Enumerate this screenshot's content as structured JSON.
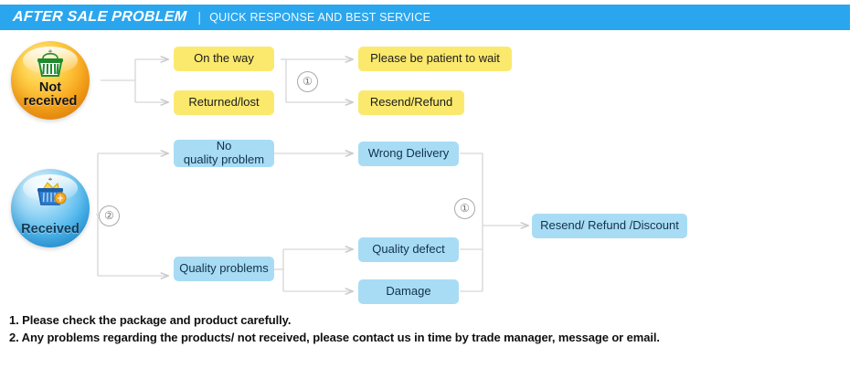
{
  "header": {
    "title": "AFTER SALE PROBLEM",
    "separator": "|",
    "subtitle": "QUICK RESPONSE AND BEST SERVICE",
    "bar_color": "#2aa6ef",
    "text_color": "#ffffff"
  },
  "flow": {
    "branches": [
      {
        "id": "not-received",
        "badge": {
          "label_line1": "Not",
          "label_line2": "received",
          "icon": "shopping-basket-icon",
          "color": "#f8a61c"
        },
        "stage1": [
          {
            "label": "On the way",
            "color": "#fbe96e"
          },
          {
            "label": "Returned/lost",
            "color": "#fbe96e"
          }
        ],
        "marker": "①",
        "stage2": [
          {
            "label": "Please be patient to wait",
            "color": "#fbe96e"
          },
          {
            "label": "Resend/Refund",
            "color": "#fbe96e"
          }
        ]
      },
      {
        "id": "received",
        "badge": {
          "label_line1": "Received",
          "label_line2": "",
          "icon": "shopping-basket-coin-icon",
          "color": "#4fb8ee"
        },
        "branch_marker": "②",
        "stage1": [
          {
            "label_line1": "No",
            "label_line2": "quality problem",
            "color": "#a8dcf5"
          },
          {
            "label_line1": "Quality problems",
            "label_line2": "",
            "color": "#a8dcf5"
          }
        ],
        "stage2": [
          {
            "label": "Wrong Delivery",
            "color": "#a8dcf5"
          },
          {
            "label": "Quality defect",
            "color": "#a8dcf5"
          },
          {
            "label": "Damage",
            "color": "#a8dcf5"
          }
        ],
        "marker": "①",
        "outcome": {
          "label": "Resend/ Refund /Discount",
          "color": "#a8dcf5"
        }
      }
    ]
  },
  "notes": [
    "1. Please check the package and product carefully.",
    "2. Any problems regarding the products/ not received, please contact us in time by trade manager, message or email."
  ],
  "colors": {
    "accent_blue": "#2aa6ef",
    "box_yellow": "#fbe96e",
    "box_blue": "#a8dcf5",
    "wire_gray": "#cfcfcf"
  }
}
